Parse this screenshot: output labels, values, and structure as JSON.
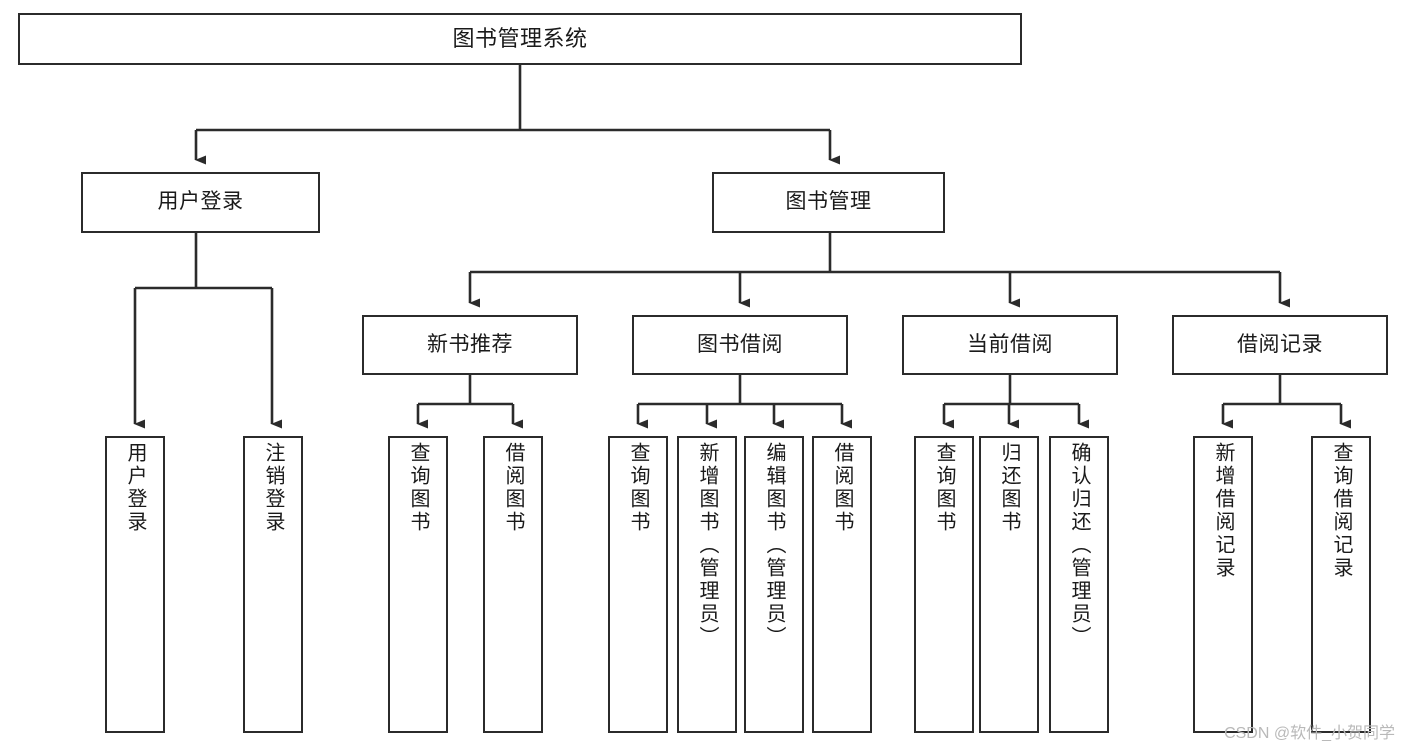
{
  "diagram": {
    "title": "图书管理系统",
    "watermark": "CSDN @软件_小贺同学",
    "levels": {
      "root": {
        "label": "图书管理系统"
      },
      "level2": [
        {
          "id": "user-login",
          "label": "用户登录"
        },
        {
          "id": "book-manage",
          "label": "图书管理"
        }
      ],
      "level3": [
        {
          "id": "new-book-recommend",
          "label": "新书推荐"
        },
        {
          "id": "book-borrow",
          "label": "图书借阅"
        },
        {
          "id": "current-borrow",
          "label": "当前借阅"
        },
        {
          "id": "borrow-record",
          "label": "借阅记录"
        }
      ],
      "leaves": {
        "user_login": [
          {
            "id": "leaf-user-login",
            "label": "用户登录"
          },
          {
            "id": "leaf-logout",
            "label": "注销登录"
          }
        ],
        "new_book_recommend": [
          {
            "id": "leaf-query-book-1",
            "label": "查询图书"
          },
          {
            "id": "leaf-borrow-book-1",
            "label": "借阅图书"
          }
        ],
        "book_borrow": [
          {
            "id": "leaf-query-book-2",
            "label": "查询图书"
          },
          {
            "id": "leaf-add-book",
            "label": "新增图书（管理员）"
          },
          {
            "id": "leaf-edit-book",
            "label": "编辑图书（管理员）"
          },
          {
            "id": "leaf-borrow-book-2",
            "label": "借阅图书"
          }
        ],
        "current_borrow": [
          {
            "id": "leaf-query-book-3",
            "label": "查询图书"
          },
          {
            "id": "leaf-return-book",
            "label": "归还图书"
          },
          {
            "id": "leaf-confirm-return",
            "label": "确认归还（管理员）"
          }
        ],
        "borrow_record": [
          {
            "id": "leaf-add-record",
            "label": "新增借阅记录"
          },
          {
            "id": "leaf-query-record",
            "label": "查询借阅记录"
          }
        ]
      }
    },
    "colors": {
      "stroke": "#2b2b2b",
      "fill": "#ffffff",
      "text": "#1a1a1a",
      "watermark": "#b9b9b9"
    }
  }
}
